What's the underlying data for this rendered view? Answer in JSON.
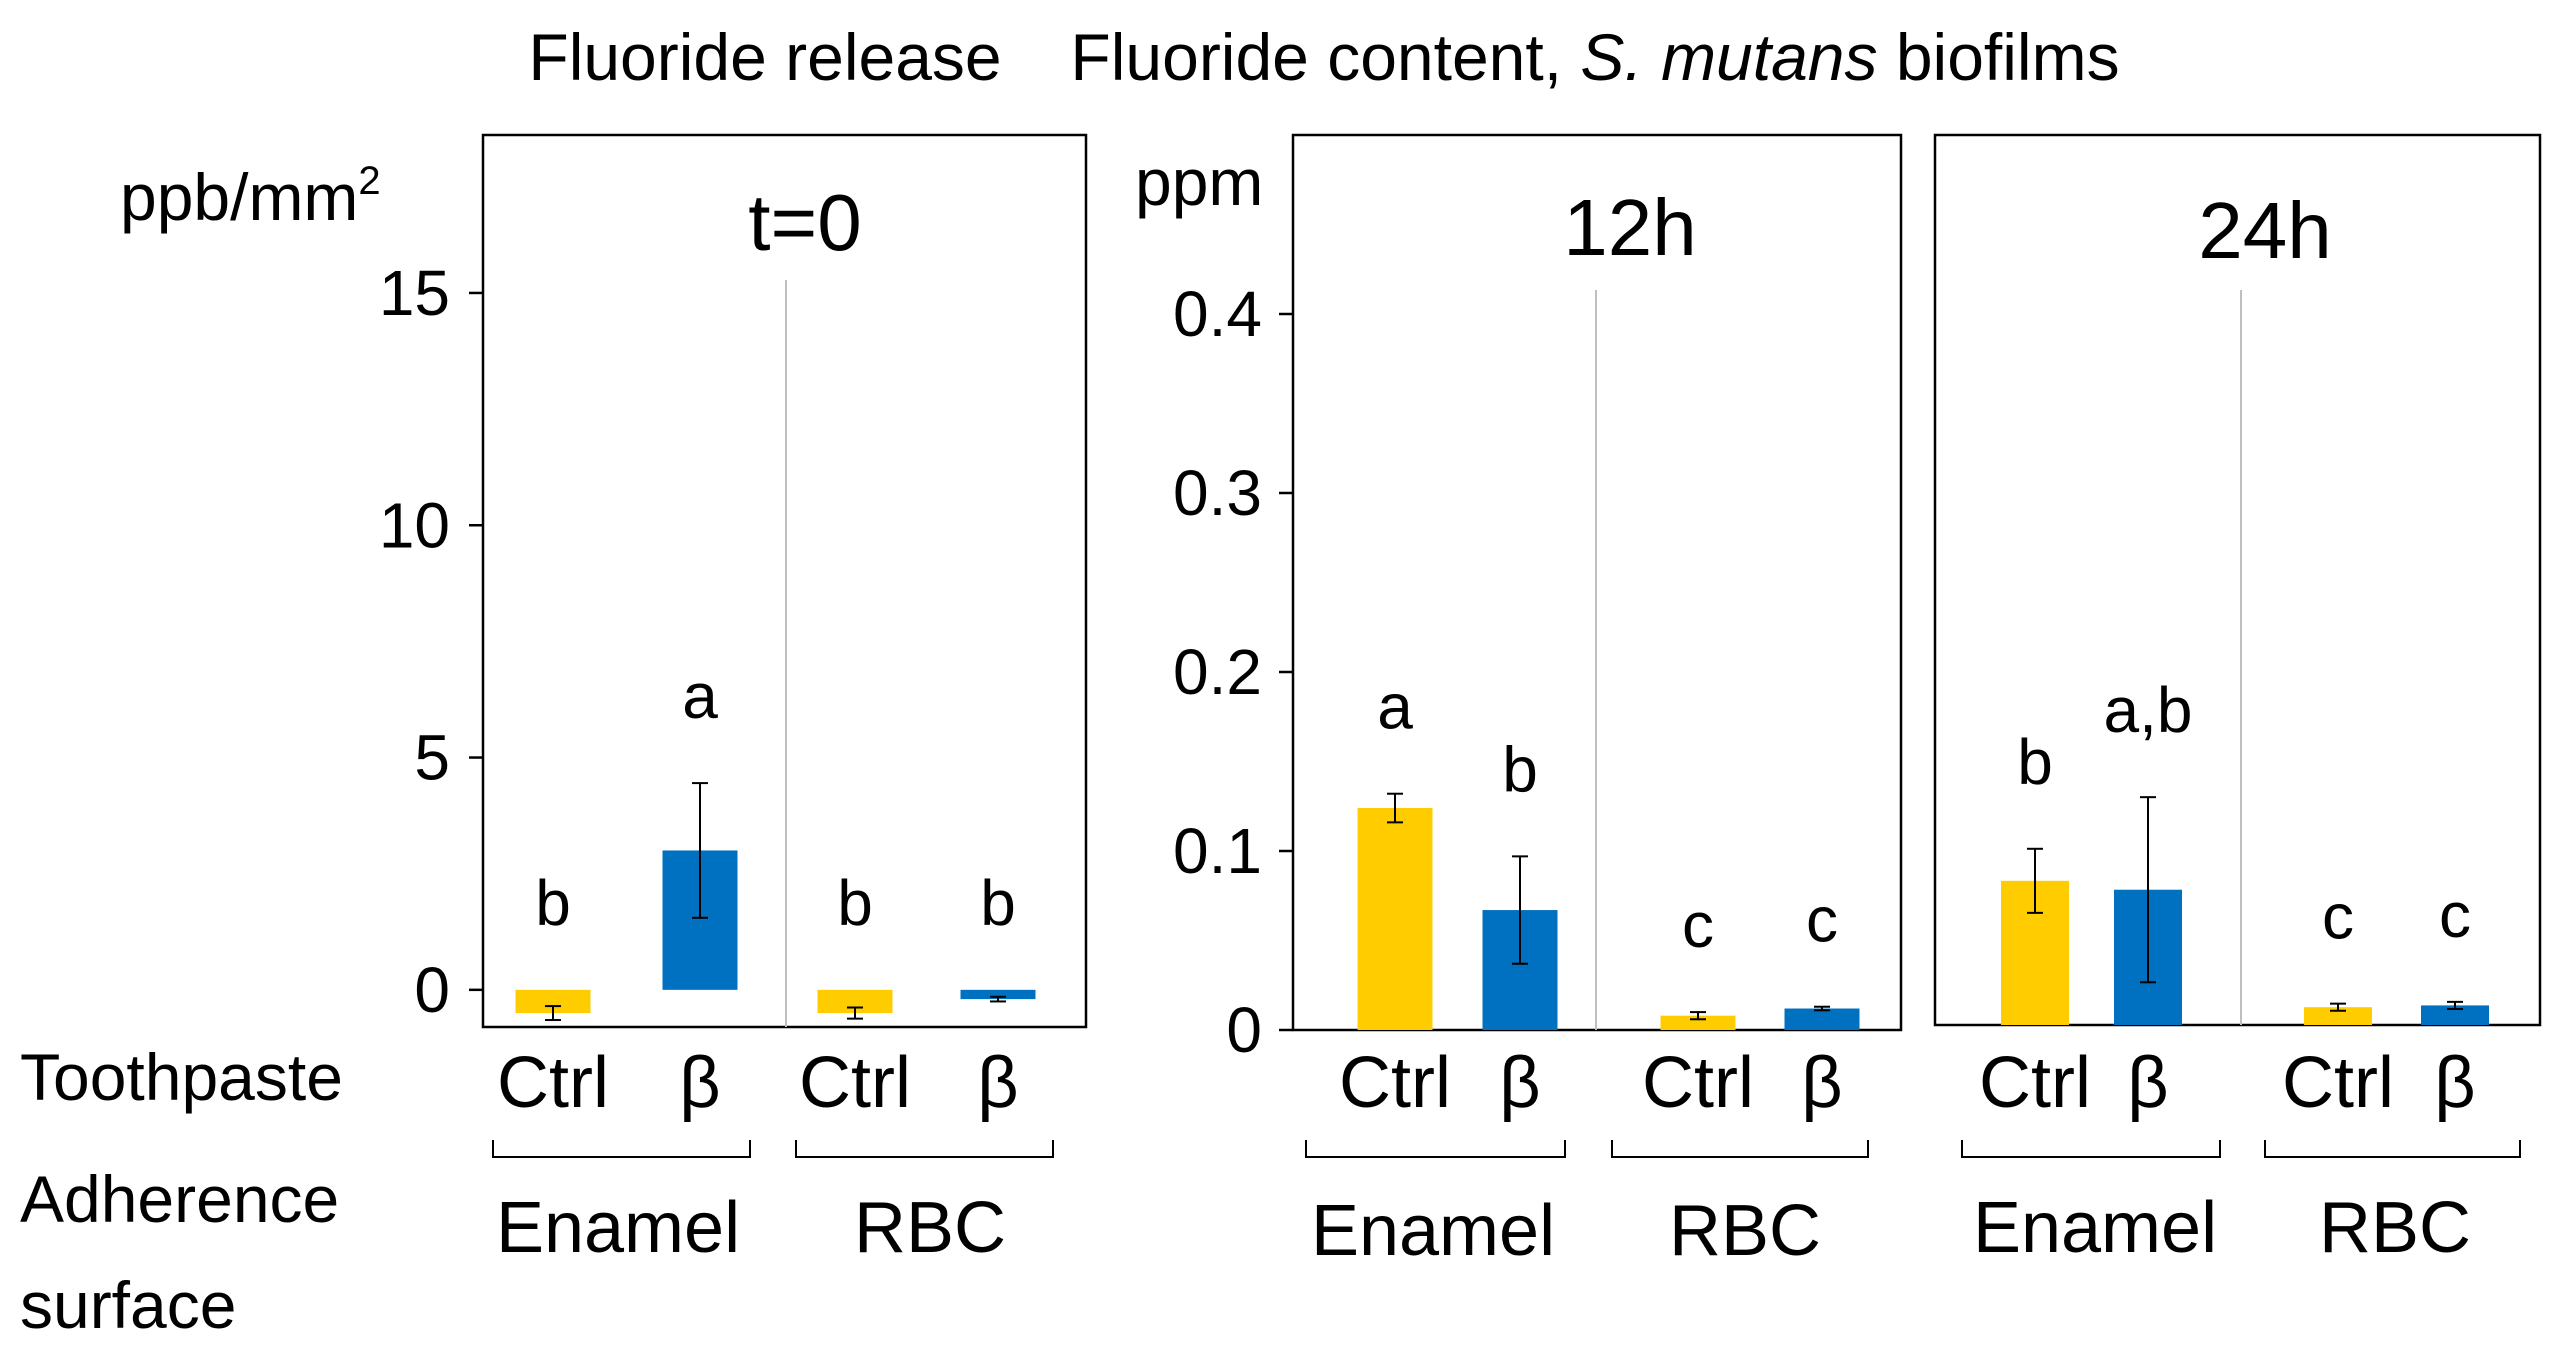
{
  "colors": {
    "ctrl": "#FFCC00",
    "beta": "#0070C0",
    "divider": "#BFBFBF",
    "frame": "#000000"
  },
  "row_labels": {
    "toothpaste": "Toothpaste",
    "adherence_line1": "Adherence",
    "adherence_line2": "surface"
  },
  "headers": {
    "release": "Fluoride release",
    "content_prefix": "Fluoride content, ",
    "content_species": "S. mutans",
    "content_suffix": " biofilms"
  },
  "chart_data": [
    {
      "type": "bar",
      "panel_title": "t=0",
      "ylabel": "ppb/mm",
      "ylabel_superscript": "2",
      "ylim": [
        -0.8,
        18.4
      ],
      "yticks": [
        0,
        5,
        10,
        15
      ],
      "ytick_labels": [
        "0",
        "5",
        "10",
        "15"
      ],
      "grid": false,
      "groups": [
        "Enamel",
        "RBC"
      ],
      "categories": [
        "Ctrl",
        "β",
        "Ctrl",
        "β"
      ],
      "values": [
        -0.5,
        3.0,
        -0.5,
        -0.2
      ],
      "errors": [
        0.15,
        1.45,
        0.12,
        0.05
      ],
      "sig_letters": [
        "b",
        "a",
        "b",
        "b"
      ]
    },
    {
      "type": "bar",
      "panel_title": "12h",
      "ylabel": "ppm",
      "ylim": [
        0,
        0.5
      ],
      "yticks": [
        0,
        0.1,
        0.2,
        0.3,
        0.4
      ],
      "ytick_labels": [
        "0",
        "0.1",
        "0.2",
        "0.3",
        "0.4"
      ],
      "grid": false,
      "groups": [
        "Enamel",
        "RBC"
      ],
      "categories": [
        "Ctrl",
        "β",
        "Ctrl",
        "β"
      ],
      "values": [
        0.124,
        0.067,
        0.008,
        0.012
      ],
      "errors": [
        0.008,
        0.03,
        0.002,
        0.001
      ],
      "sig_letters": [
        "a",
        "b",
        "c",
        "c"
      ]
    },
    {
      "type": "bar",
      "panel_title": "24h",
      "ylim": [
        0,
        0.5
      ],
      "yticks": [
        0,
        0.1,
        0.2,
        0.3,
        0.4
      ],
      "grid": false,
      "groups": [
        "Enamel",
        "RBC"
      ],
      "categories": [
        "Ctrl",
        "β",
        "Ctrl",
        "β"
      ],
      "values": [
        0.081,
        0.076,
        0.01,
        0.011
      ],
      "errors": [
        0.018,
        0.052,
        0.002,
        0.002
      ],
      "sig_letters": [
        "b",
        "a,b",
        "c",
        "c"
      ]
    }
  ]
}
